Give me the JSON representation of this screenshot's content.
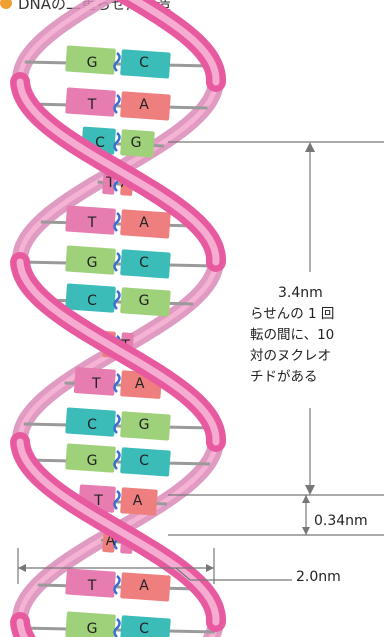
{
  "title": "DNAの二重らせん構造",
  "measurements": {
    "pitch_length": "3.4nm",
    "pitch_note_lines": [
      "らせんの 1 回",
      "転の間に、10",
      "対のヌクレオ",
      "チドがある"
    ],
    "base_pair_spacing": "0.34nm",
    "diameter": "2.0nm"
  },
  "base_pairs": [
    {
      "left": "G",
      "right": "C"
    },
    {
      "left": "T",
      "right": "A"
    },
    {
      "left": "C",
      "right": "G"
    },
    {
      "left": "T",
      "right": "A"
    },
    {
      "left": "T",
      "right": "A"
    },
    {
      "left": "G",
      "right": "C"
    },
    {
      "left": "C",
      "right": "G"
    },
    {
      "left": "A",
      "right": "T"
    },
    {
      "left": "T",
      "right": "A"
    },
    {
      "left": "C",
      "right": "G"
    },
    {
      "left": "G",
      "right": "C"
    },
    {
      "left": "T",
      "right": "A"
    },
    {
      "left": "A",
      "right": "T"
    },
    {
      "left": "T",
      "right": "A"
    },
    {
      "left": "G",
      "right": "C"
    }
  ],
  "colors": {
    "strand": "#e85aa0",
    "strand_light": "#f7b5d5",
    "T": "#e67cb0",
    "A": "#ef7f7f",
    "C": "#3bbcb8",
    "G": "#9fd07a",
    "bond": "#3a6fd0",
    "rod": "#9a9a9a"
  }
}
